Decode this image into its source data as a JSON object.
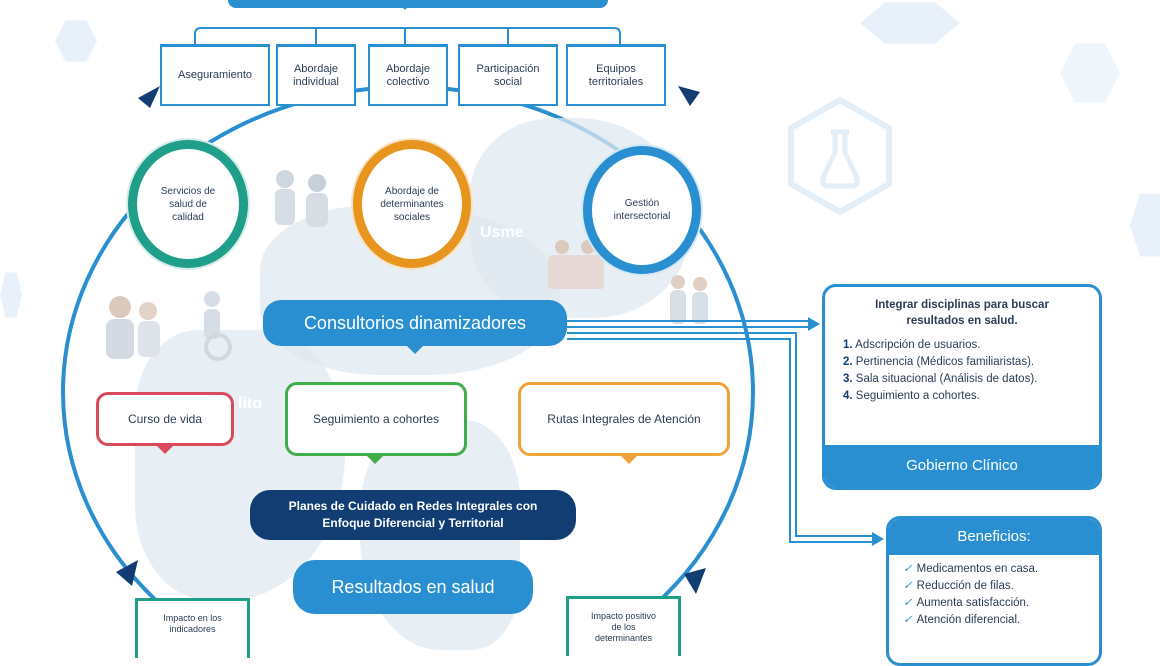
{
  "top_tabs": [
    {
      "label": "Aseguramiento"
    },
    {
      "label": "Abordaje individual"
    },
    {
      "label": "Abordaje colectivo"
    },
    {
      "label": "Participación social"
    },
    {
      "label": "Equipos territoriales"
    }
  ],
  "rings": [
    {
      "label": "Servicios de salud de calidad",
      "color": "#1f9e89"
    },
    {
      "label": "Abordaje de determinantes sociales",
      "color": "#e8951f"
    },
    {
      "label": "Gestión intersectorial",
      "color": "#2a8fd1"
    }
  ],
  "map_label": "Usme",
  "map_label_2": "lito",
  "center_pill": "Consultorios dinamizadores",
  "boxes": [
    {
      "label": "Curso de vida",
      "color": "#d94a5a"
    },
    {
      "label": "Seguimiento a cohortes",
      "color": "#3fae49"
    },
    {
      "label": "Rutas Integrales de Atención",
      "color": "#f0a33a"
    }
  ],
  "planes_label": "Planes de Cuidado en Redes Integrales con Enfoque Diferencial y Territorial",
  "resultados_label": "Resultados en salud",
  "bottom_left_box": "Impacto en los indicadores",
  "bottom_right_box": "Impacto positivo de los determinantes",
  "panel_gobierno": {
    "title": "Integrar disciplinas para buscar resultados en salud.",
    "items": [
      {
        "num": "1.",
        "text": "Adscripción de usuarios."
      },
      {
        "num": "2.",
        "text": "Pertinencia (Médicos familiaristas)."
      },
      {
        "num": "3.",
        "text": "Sala situacional (Análisis de datos)."
      },
      {
        "num": "4.",
        "text": "Seguimiento a cohortes."
      }
    ],
    "footer": "Gobierno Clínico"
  },
  "panel_beneficios": {
    "title": "Beneficios:",
    "items": [
      {
        "text": "Medicamentos en casa."
      },
      {
        "text": "Reducción de filas."
      },
      {
        "text": "Aumenta satisfacción."
      },
      {
        "text": "Atención diferencial."
      }
    ]
  },
  "colors": {
    "primary": "#2a8fd1",
    "dark": "#123d73",
    "text": "#2b3d55"
  }
}
